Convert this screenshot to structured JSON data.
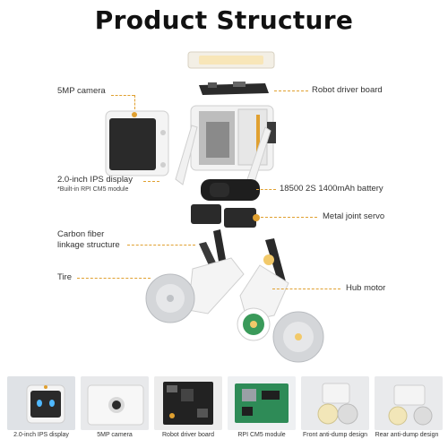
{
  "title": "Product Structure",
  "labels": {
    "camera": "5MP camera",
    "display": "2.0-inch IPS display",
    "display_sub": "*Built-in RPI CM5 module",
    "carbon_1": "Carbon fiber",
    "carbon_2": "linkage structure",
    "tire": "Tire",
    "driver_board": "Robot driver board",
    "battery": "18500 2S 1400mAh battery",
    "servo": "Metal joint servo",
    "hub_motor": "Hub motor"
  },
  "thumbnails": [
    {
      "caption": "2.0-inch IPS display"
    },
    {
      "caption": "5MP camera"
    },
    {
      "caption": "Robot driver board"
    },
    {
      "caption": "RPI CM5 module"
    },
    {
      "caption": "Front anti-dump design"
    },
    {
      "caption": "Rear anti-dump design"
    }
  ],
  "colors": {
    "accent": "#e0a030",
    "green_board": "#2e8b57",
    "dark": "#2a2a2a"
  }
}
